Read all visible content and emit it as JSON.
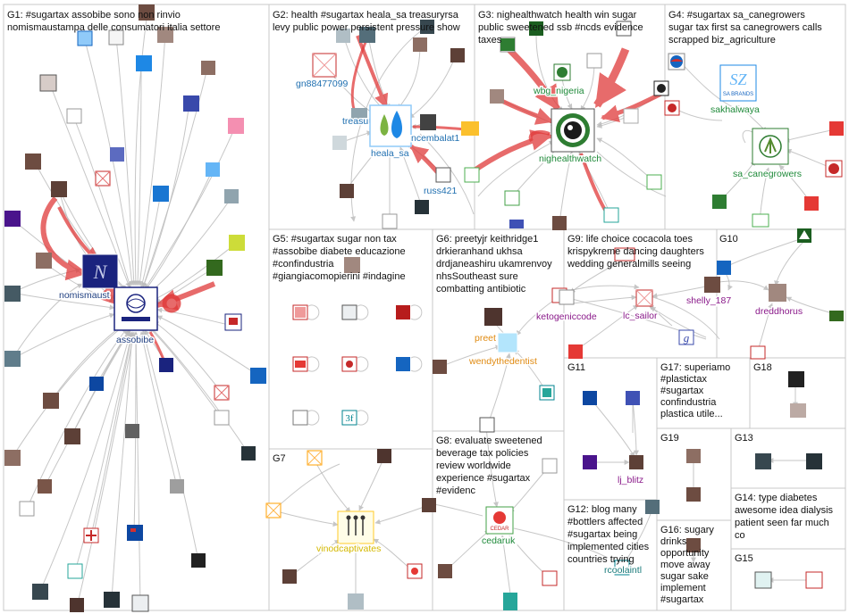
{
  "groups": [
    {
      "id": "G1",
      "label": "G1: #sugartax assobibe sono non rinvio",
      "label2": "nomismaustampa delle consumatori italia settore"
    },
    {
      "id": "G2",
      "label": "G2: health #sugartax heala_sa treasuryrsa",
      "label2": "levy public power persistent pressure show"
    },
    {
      "id": "G3",
      "label": "G3: nighealthwatch health win sugar",
      "label2": "public sweetened ssb #ncds evidence",
      "label3": "taxes"
    },
    {
      "id": "G4",
      "label": "G4: #sugartax sa_canegrowers",
      "label2": "sugar tax first sa canegrowers calls",
      "label3": "scrapped biz_agriculture"
    },
    {
      "id": "G5",
      "label": "G5: #sugartax sugar non tax",
      "label2": "#assobibe diabete educazione",
      "label3": "#confindustria",
      "label4": "#giangiacomopierini #indagine"
    },
    {
      "id": "G6",
      "label": "G6: preetyjr keithridge1",
      "label2": "drkieranhand ukhsa",
      "label3": "drdjaneashiru ukamrenvoy",
      "label4": "nhsSoutheast sure",
      "label5": "combatting antibiotic"
    },
    {
      "id": "G7",
      "label": "G7"
    },
    {
      "id": "G8",
      "label": "G8: evaluate sweetened",
      "label2": "beverage tax policies",
      "label3": "review worldwide",
      "label4": "experience #sugartax",
      "label5": "#evidenc"
    },
    {
      "id": "G9",
      "label": "G9: life choice cocacola toes",
      "label2": "krispykreme dancing daughters",
      "label3": "wedding generalmills seeing"
    },
    {
      "id": "G10",
      "label": "G10"
    },
    {
      "id": "G11",
      "label": "G11"
    },
    {
      "id": "G12",
      "label": "G12: blog many",
      "label2": "#bottlers affected",
      "label3": "#sugartax being",
      "label4": "implemented cities",
      "label5": "countries trying"
    },
    {
      "id": "G13",
      "label": "G13"
    },
    {
      "id": "G14",
      "label": "G14: type diabetes",
      "label2": "awesome idea dialysis",
      "label3": "patient seen far much",
      "label4": "co"
    },
    {
      "id": "G15",
      "label": "G15"
    },
    {
      "id": "G16",
      "label": "G16: sugary",
      "label2": "drinks",
      "label3": "opportunity",
      "label4": "move away",
      "label5": "sugar sake",
      "label6": "implement",
      "label7": "#sugartax"
    },
    {
      "id": "G17",
      "label": "G17: superiamo",
      "label2": "#plastictax",
      "label3": "#sugartax",
      "label4": "confindustria",
      "label5": "plastica utile..."
    },
    {
      "id": "G18",
      "label": "G18"
    },
    {
      "id": "G19",
      "label": "G19"
    }
  ],
  "node_labels": {
    "nomismaust": "nomismaust",
    "assobibe": "assobibe",
    "gn88477099": "gn88477099",
    "treasu": "treasu",
    "heala_sa": "heala_sa",
    "ncembalat1": "ncembalat1",
    "russ421": "russ421",
    "wbg_nigeria": "wbg_nigeria",
    "nighealthwatch": "nighealthwatch",
    "sakhalwaya": "sakhalwaya",
    "sa_canegrowers": "sa_canegrowers",
    "sa_brands_logo": "SA BRANDS",
    "preet": "preet",
    "wendythedentist": "wendythedentist",
    "ketogeniccode": "ketogeniccode",
    "lc_sailor": "lc_sailor",
    "shelly_187": "shelly_187",
    "dreddhorus": "dreddhorus",
    "vinodcaptivates": "vinodcaptivates",
    "cedaruk": "cedaruk",
    "lj_blitz": "lj_blitz",
    "rcoolaintl": "rcoolaintl"
  },
  "colors": {
    "edge_gray": "#bdbdbd",
    "edge_red": "#e03a3a",
    "label_blue": "#1f6fb0",
    "label_green": "#1f8a3a",
    "label_purple": "#8a1a8a",
    "label_orange": "#e08a10",
    "label_teal": "#1a7a7a"
  }
}
